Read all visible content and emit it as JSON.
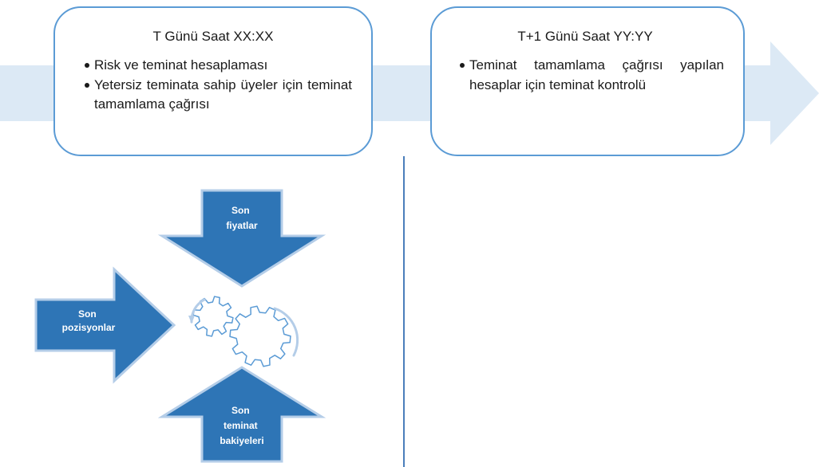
{
  "box1": {
    "title": "T Günü Saat XX:XX",
    "items": [
      "Risk ve teminat hesaplaması",
      "Yetersiz teminata sahip üyeler için teminat tamamlama çağrısı"
    ]
  },
  "box2": {
    "title": "T+1 Günü Saat YY:YY",
    "items": [
      "Teminat tamamlama çağrısı yapılan hesaplar için teminat kontrolü"
    ]
  },
  "inputs": {
    "prices": [
      "Son",
      "fiyatlar"
    ],
    "positions": [
      "Son",
      "pozisyonlar"
    ],
    "balances": [
      "Son",
      "teminat",
      "bakiyeleri"
    ]
  },
  "icons": {
    "process": "gears-icon"
  },
  "colors": {
    "timeline_band": "#dce9f5",
    "box_border": "#5b9bd5",
    "arrow_fill": "#2e75b6",
    "arrow_stroke": "#b4cde8",
    "gear_stroke": "#5b9bd5",
    "divider": "#4a7ebb"
  }
}
